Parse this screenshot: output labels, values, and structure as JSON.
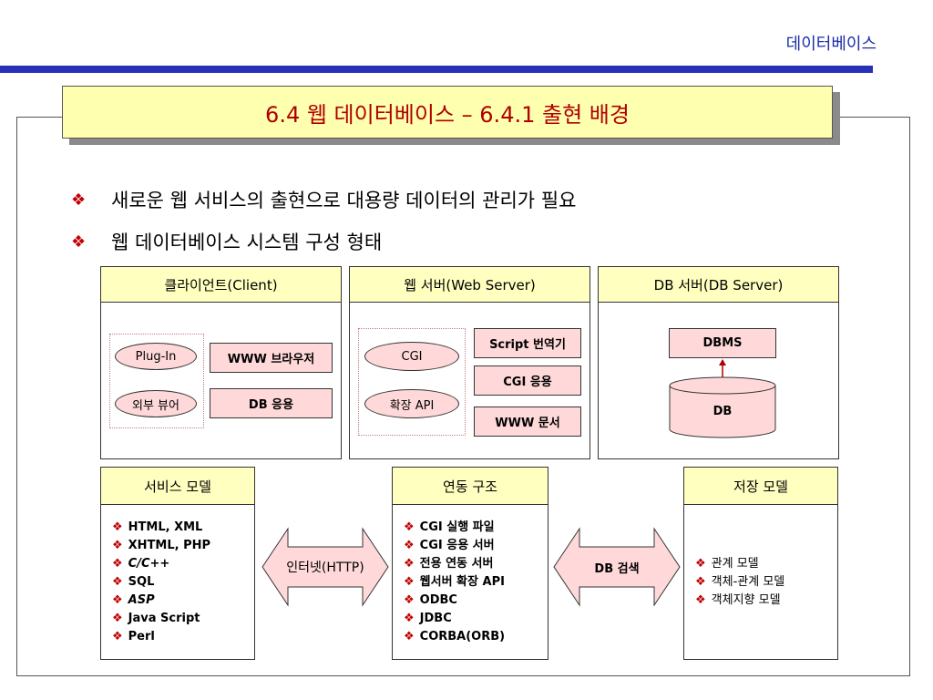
{
  "header": {
    "section": "데이터베이스"
  },
  "title": "6.4 웹 데이터베이스 – 6.4.1 출현 배경",
  "bullets": [
    "새로운 웹 서비스의 출현으로 대용량 데이터의 관리가 필요",
    "웹 데이터베이스 시스템 구성 형태"
  ],
  "bullet_symbol": "❖",
  "client": {
    "title": "클라이언트(Client)",
    "plugin": "Plug-In",
    "external_viewer": "외부 뷰어",
    "browser": "WWW 브라우저",
    "db_app": "DB 응용"
  },
  "web_server": {
    "title": "웹 서버(Web Server)",
    "cgi": "CGI",
    "ext_api": "확장 API",
    "script": "Script 번역기",
    "cgi_app": "CGI 응용",
    "www_doc": "WWW 문서"
  },
  "db_server": {
    "title": "DB 서버(DB Server)",
    "dbms": "DBMS",
    "db": "DB"
  },
  "service_model": {
    "title": "서비스 모델",
    "items": [
      "HTML, XML",
      "XHTML, PHP",
      "C/C++",
      "SQL",
      "ASP",
      "Java Script",
      "Perl"
    ]
  },
  "link_structure": {
    "title": "연동 구조",
    "items": [
      "CGI 실행 파일",
      "CGI 응용 서버",
      "전용 연동 서버",
      "웹서버 확장 API",
      "ODBC",
      "JDBC",
      "CORBA(ORB)"
    ]
  },
  "storage_model": {
    "title": "저장 모델",
    "items": [
      "관계 모델",
      "객체-관계 모델",
      "객체지향 모델"
    ]
  },
  "arrows": {
    "internet": "인터넷(HTTP)",
    "db_search": "DB 검색"
  }
}
